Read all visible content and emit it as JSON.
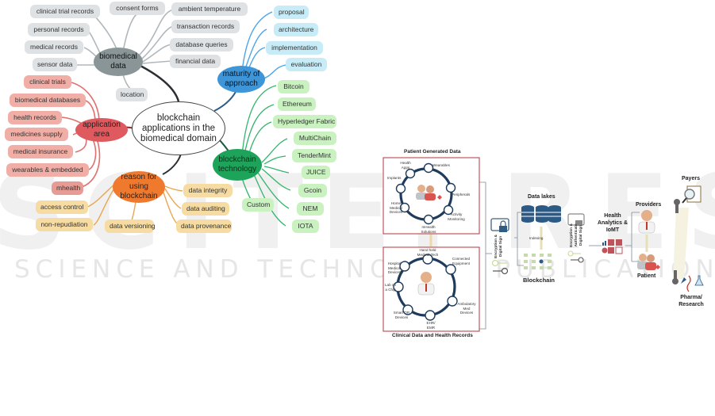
{
  "watermark": {
    "main": "SCITEPRESS",
    "sub": "SCIENCE AND TECHNOLOGY PUBLICATIONS"
  },
  "mindmap": {
    "center": "blockchain applications in the biomedical domain",
    "branches": {
      "biomedical_data": {
        "label": "biomedical data",
        "color": "#8a9597",
        "items": [
          "clinical trial records",
          "consent forms",
          "ambient temperature",
          "personal records",
          "transaction records",
          "medical records",
          "database queries",
          "sensor data",
          "financial data",
          "location"
        ]
      },
      "maturity": {
        "label": "maturity of approach",
        "color": "#3e95d8",
        "items": [
          "proposal",
          "architecture",
          "implementation",
          "evaluation"
        ]
      },
      "technology": {
        "label": "blockchain technology",
        "color": "#1ea35a",
        "items": [
          "Bitcoin",
          "Ethereum",
          "Hyperledger Fabric",
          "MultiChain",
          "TenderMint",
          "JUICE",
          "Gcoin",
          "NEM",
          "IOTA",
          "Custom"
        ]
      },
      "application": {
        "label": "application area",
        "color": "#df5a5f",
        "items": [
          "clinical trials",
          "biomedical databases",
          "health records",
          "medicines supply",
          "medical insurance",
          "wearables & embedded",
          "mhealth"
        ]
      },
      "reason": {
        "label": "reason for using blockchain",
        "color": "#ef7a2e",
        "items": [
          "access control",
          "non-repudiation",
          "data versioning",
          "data integrity",
          "data auditing",
          "data provenance"
        ]
      }
    }
  },
  "architecture": {
    "patient_generated": {
      "title": "Patient Generated Data",
      "nodes": [
        "Health Apps",
        "Wearables",
        "Implants",
        "Peripherals",
        "Home Medical Devices",
        "Activity Monitoring",
        "mHealth Solutions"
      ]
    },
    "clinical": {
      "title": "Clinical Data and Health Records",
      "nodes": [
        "Hand held Medical Tech",
        "Connected Equipment",
        "Hospital Medical Devices",
        "Lab on a Chip",
        "Ambulatory Med Devices",
        "Smart OR Devices",
        "EHR/ EMR"
      ]
    },
    "encryption1": "Encryption & Digital Sign",
    "data_lakes": "Data lakes",
    "indexing": "Indexing",
    "blockchain": "Blockchain",
    "encryption2": "Encryption & Authenticate Digital Sign",
    "analytics": "Health Analytics & IoMT",
    "providers": "Providers",
    "patient": "Patient",
    "payers": "Payers",
    "pharma": "Pharma/ Research"
  }
}
